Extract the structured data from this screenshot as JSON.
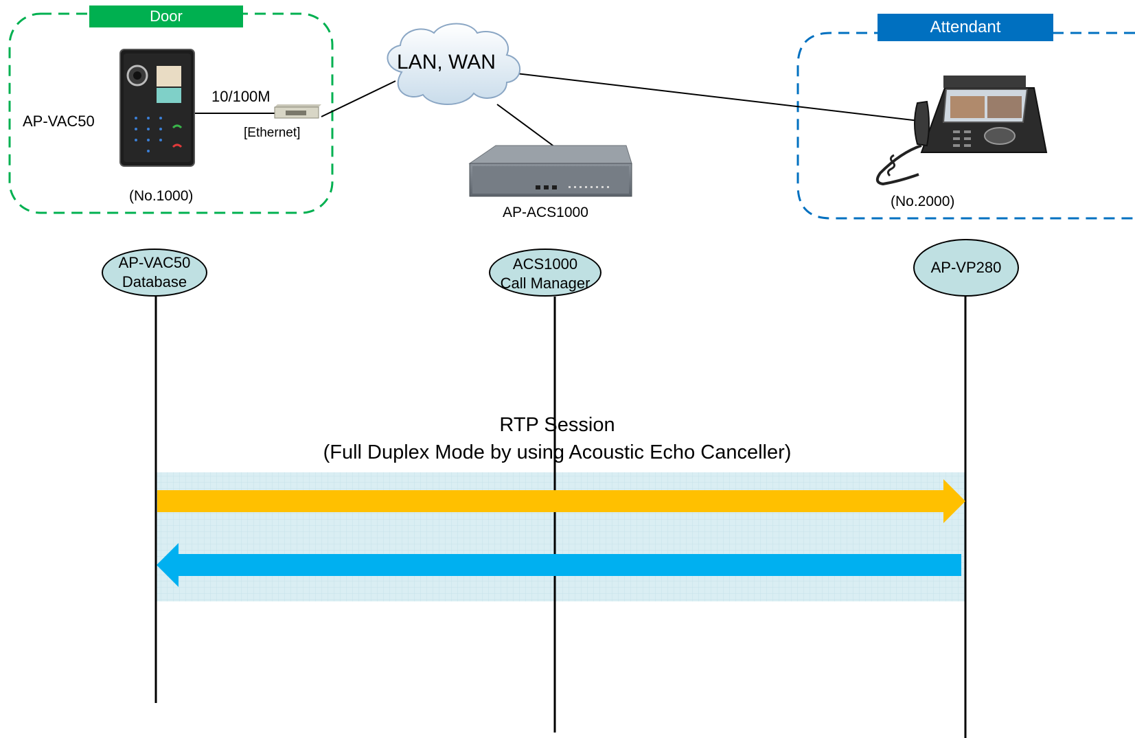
{
  "door_group": {
    "banner": "Door",
    "device_label": "AP-VAC50",
    "speed_label": "10/100M",
    "ethernet_label": "[Ethernet]",
    "number_label": "(No.1000)"
  },
  "attendant_group": {
    "banner": "Attendant",
    "number_label": "(No.2000)"
  },
  "network": {
    "cloud_label": "LAN, WAN",
    "server_label": "AP-ACS1000"
  },
  "lifelines": [
    {
      "line1": "AP-VAC50",
      "line2": "Database"
    },
    {
      "line1": "ACS1000",
      "line2": "Call Manager"
    },
    {
      "line1": "AP-VP280",
      "line2": ""
    }
  ],
  "session": {
    "title": "RTP Session",
    "subtitle": "(Full Duplex Mode by using Acoustic Echo Canceller)"
  },
  "colors": {
    "door_green": "#00b050",
    "attendant_blue": "#0070c0",
    "arrow_forward": "#ffc000",
    "arrow_back": "#00b0f0",
    "session_band": "#daeef3",
    "oval_fill": "#bfe0e2"
  },
  "icons": {
    "door_device": "intercom-panel-icon",
    "switch": "ethernet-switch-icon",
    "server": "server-box-icon",
    "phone": "video-phone-icon",
    "cloud": "cloud-icon"
  }
}
